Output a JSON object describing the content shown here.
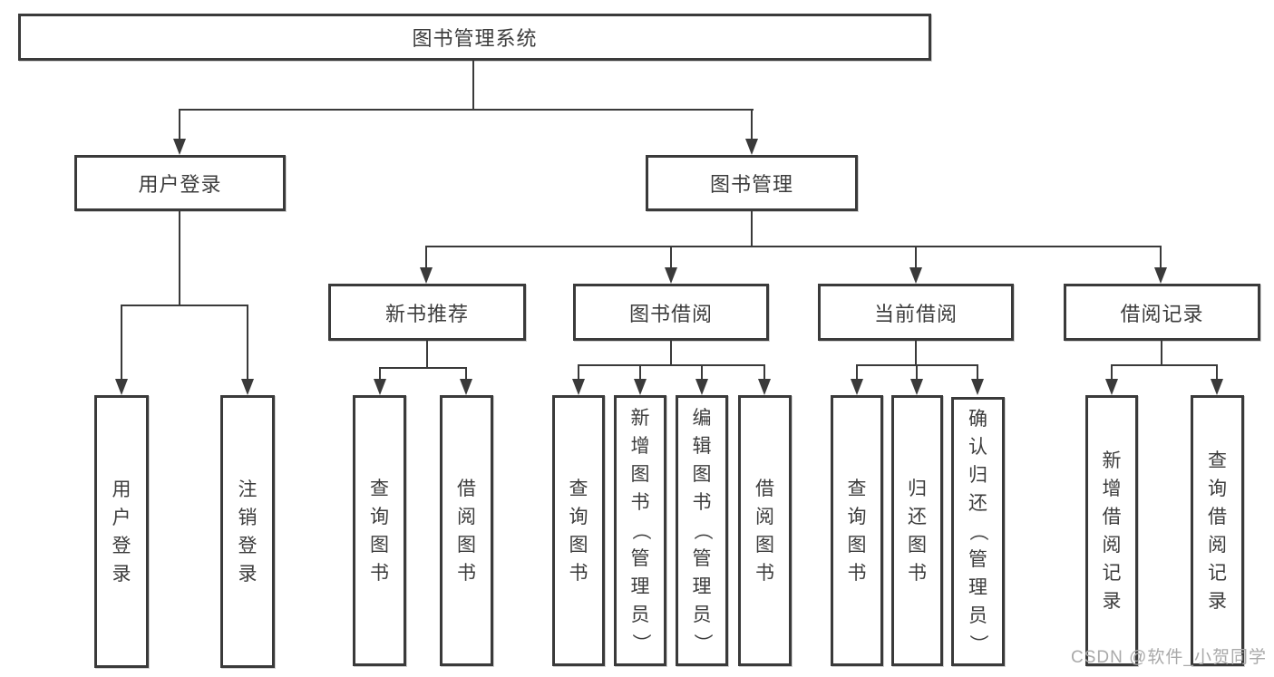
{
  "tree": {
    "root": "图书管理系统",
    "login": {
      "label": "用户登录",
      "children": [
        "用户登录",
        "注销登录"
      ]
    },
    "management": {
      "label": "图书管理",
      "groups": [
        {
          "label": "新书推荐",
          "children": [
            "查询图书",
            "借阅图书"
          ]
        },
        {
          "label": "图书借阅",
          "children": [
            "查询图书",
            "新增图书（管理员）",
            "编辑图书（管理员）",
            "借阅图书"
          ]
        },
        {
          "label": "当前借阅",
          "children": [
            "查询图书",
            "归还图书",
            "确认归还（管理员）"
          ]
        },
        {
          "label": "借阅记录",
          "children": [
            "新增借阅记录",
            "查询借阅记录"
          ]
        }
      ]
    }
  },
  "watermark": {
    "text": "CSDN @软件_小贺同学"
  },
  "colors": {
    "line": "#3a3a3a",
    "text": "#3c3c3c",
    "background": "#ffffff",
    "watermark": "#a9a9a9"
  }
}
